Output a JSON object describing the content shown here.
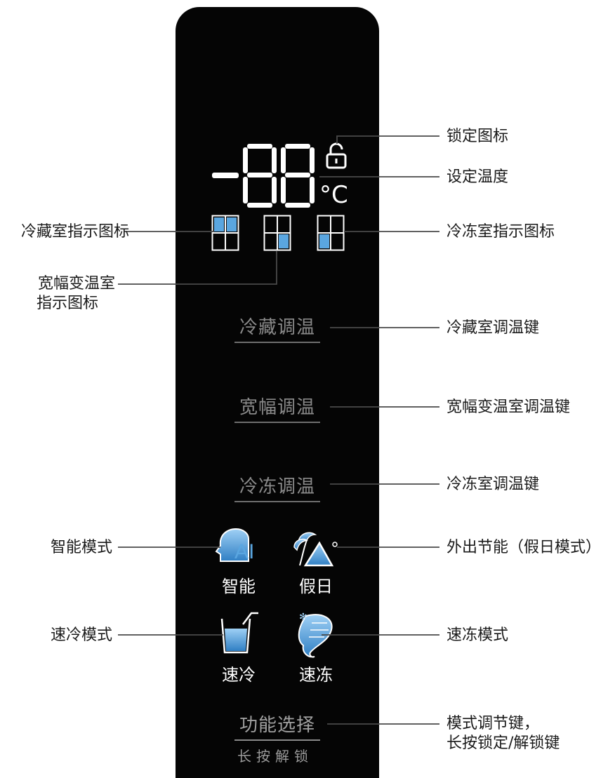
{
  "display": {
    "temperature": "-88",
    "unit": "°C"
  },
  "keys": {
    "fridge": "冷藏调温",
    "variable": "宽幅调温",
    "freezer": "冷冻调温",
    "function": "功能选择",
    "function_sub": "长按解锁"
  },
  "modes": {
    "smart": "智能",
    "holiday": "假日",
    "quick_cool": "速冷",
    "quick_freeze": "速冻"
  },
  "callouts": {
    "lock_icon": "锁定图标",
    "set_temp": "设定温度",
    "fridge_indicator": "冷藏室指示图标",
    "freezer_indicator": "冷冻室指示图标",
    "variable_indicator_line1": "宽幅变温室",
    "variable_indicator_line2": "指示图标",
    "fridge_key": "冷藏室调温键",
    "variable_key": "宽幅变温室调温键",
    "freezer_key": "冷冻室调温键",
    "smart_mode": "智能模式",
    "away_mode": "外出节能（假日模式）",
    "quick_cool_mode": "速冷模式",
    "quick_freeze_mode": "速冻模式",
    "function_key_line1": "模式调节键，",
    "function_key_line2": "长按锁定/解锁键"
  },
  "colors": {
    "panel": "#050505",
    "icon_blue": "#5aa6e0",
    "key_grey": "#8a8a8a"
  }
}
